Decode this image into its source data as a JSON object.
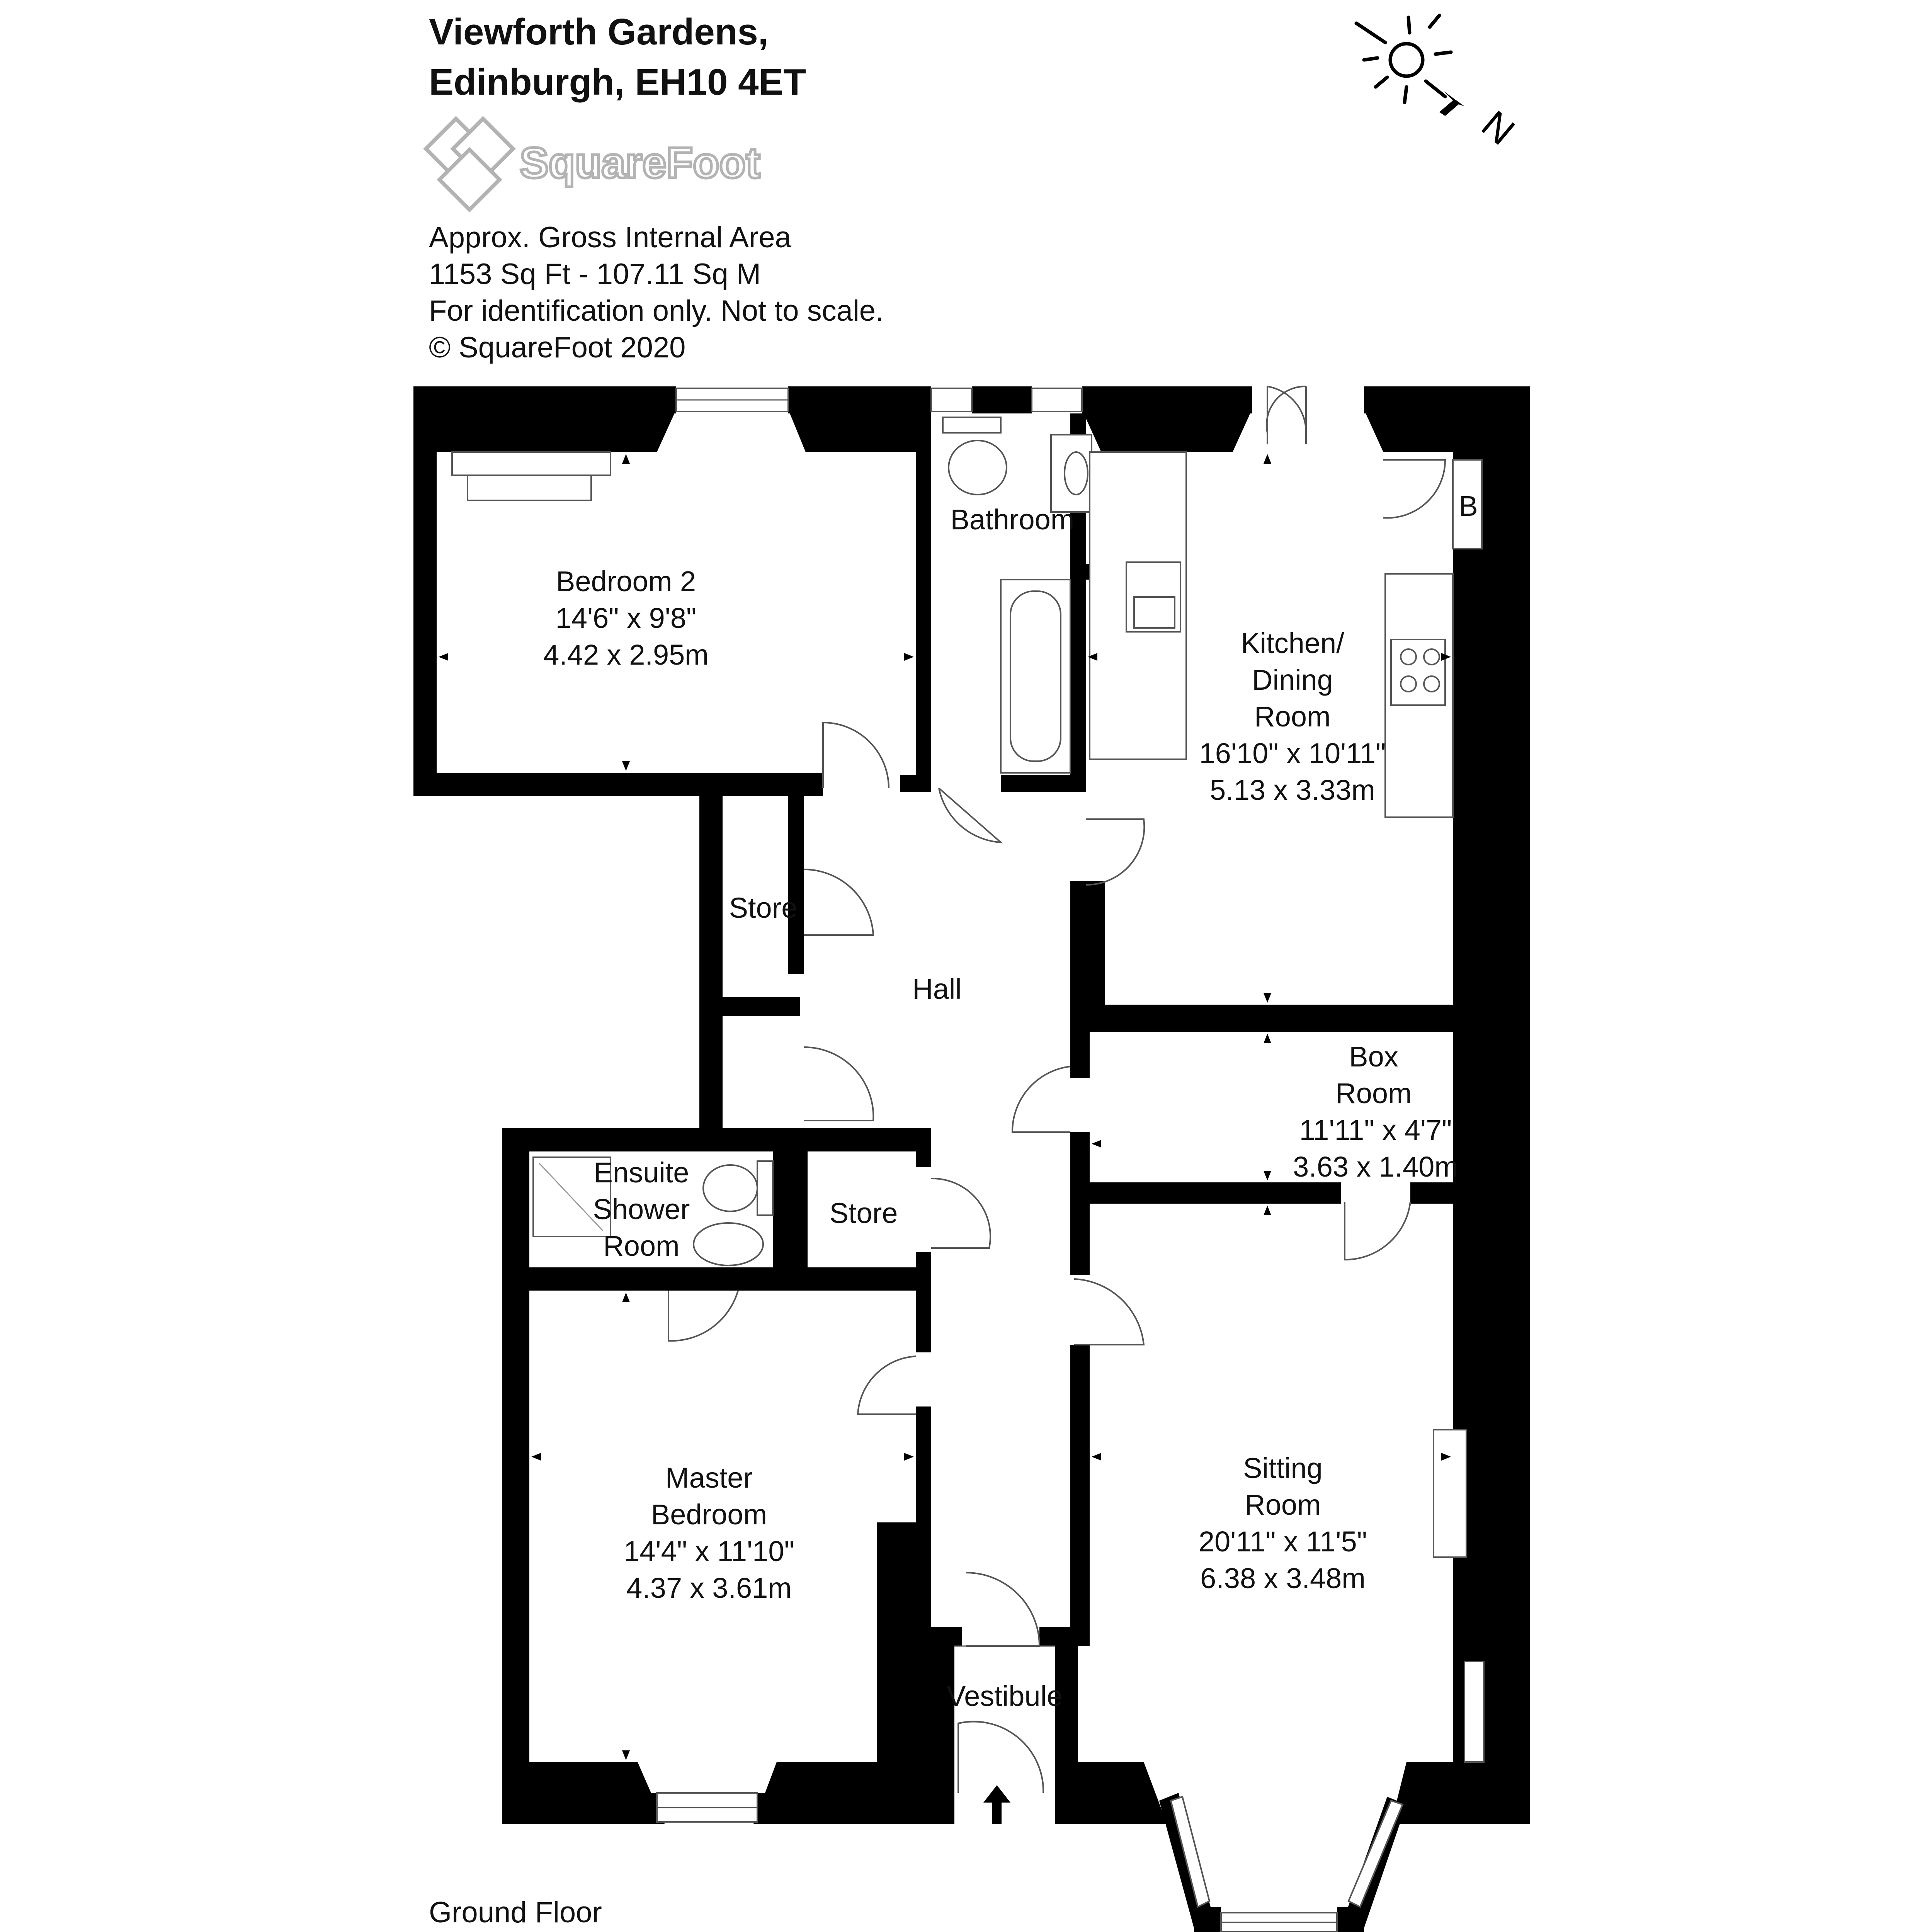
{
  "header": {
    "address_line1": "Viewforth Gardens,",
    "address_line2": "Edinburgh, EH10 4ET",
    "logo_text": "SquareFoot",
    "area_title": "Approx. Gross Internal Area",
    "area_value": "1153 Sq Ft  -  107.11 Sq M",
    "disclaimer": "For identification only. Not to scale.",
    "copyright": "© SquareFoot 2020"
  },
  "compass": {
    "north_label": "N"
  },
  "floor_label": "Ground Floor",
  "rooms": {
    "bedroom2": {
      "name": "Bedroom 2",
      "imperial": "14'6\" x 9'8\"",
      "metric": "4.42 x 2.95m"
    },
    "bathroom": {
      "name": "Bathroom"
    },
    "kitchen": {
      "name1": "Kitchen/",
      "name2": "Dining",
      "name3": "Room",
      "imperial": "16'10\" x 10'11\"",
      "metric": "5.13 x 3.33m"
    },
    "store1": {
      "name": "Store"
    },
    "hall": {
      "name": "Hall"
    },
    "box_room": {
      "name1": "Box",
      "name2": "Room",
      "imperial": "11'11\" x 4'7\"",
      "metric": "3.63 x 1.40m"
    },
    "ensuite": {
      "name1": "Ensuite",
      "name2": "Shower",
      "name3": "Room"
    },
    "store2": {
      "name": "Store"
    },
    "master": {
      "name1": "Master",
      "name2": "Bedroom",
      "imperial": "14'4\" x 11'10\"",
      "metric": "4.37 x 3.61m"
    },
    "sitting": {
      "name1": "Sitting",
      "name2": "Room",
      "imperial": "20'11\" x 11'5\"",
      "metric": "6.38 x 3.48m"
    },
    "vestibule": {
      "name": "Vestibule"
    },
    "boiler": {
      "name": "B"
    }
  }
}
